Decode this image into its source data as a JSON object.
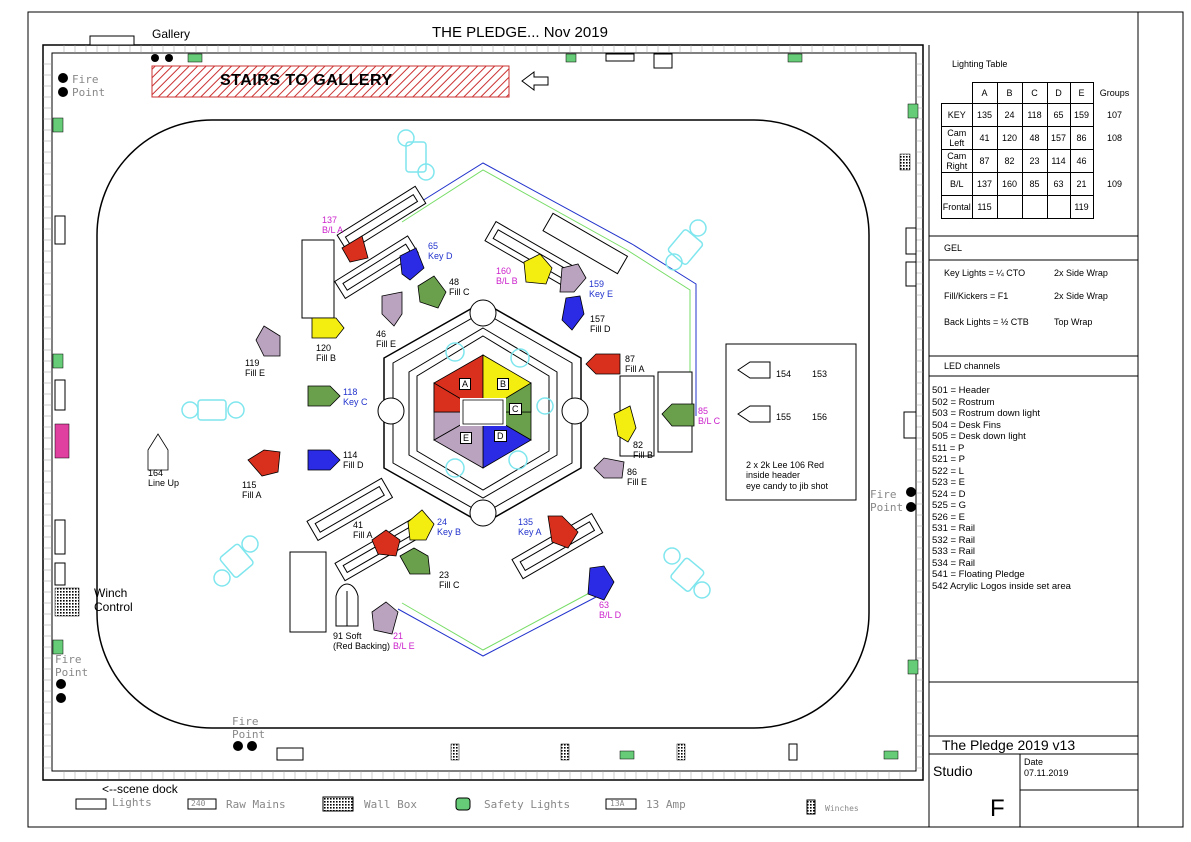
{
  "title": "THE PLEDGE... Nov 2019",
  "gallery_label": "Gallery",
  "stairs_label": "STAIRS TO GALLERY",
  "fire_point": [
    "Fire",
    "Point"
  ],
  "winch_control": [
    "Winch",
    "Control"
  ],
  "scene_dock": "<--scene dock",
  "legend": {
    "lights": "Lights",
    "raw_mains_code": "240",
    "raw_mains": "Raw Mains",
    "wall_box": "Wall Box",
    "safety_lights": "Safety Lights",
    "amp_code": "13A",
    "amp": "13 Amp",
    "winches": "Winches"
  },
  "lighting_table": {
    "title": "Lighting Table",
    "columns": [
      "A",
      "B",
      "C",
      "D",
      "E"
    ],
    "groups_header": "Groups",
    "rows": [
      {
        "label": "KEY",
        "values": [
          "135",
          "24",
          "118",
          "65",
          "159"
        ],
        "group": "107"
      },
      {
        "label": "Cam Left",
        "values": [
          "41",
          "120",
          "48",
          "157",
          "86"
        ],
        "group": "108"
      },
      {
        "label": "Cam Right",
        "values": [
          "87",
          "82",
          "23",
          "114",
          "46"
        ],
        "group": ""
      },
      {
        "label": "B/L",
        "values": [
          "137",
          "160",
          "85",
          "63",
          "21"
        ],
        "group": "109"
      },
      {
        "label": "Frontal",
        "values": [
          "115",
          "",
          "",
          "",
          "119"
        ],
        "group": ""
      }
    ]
  },
  "gel": {
    "title": "GEL",
    "rows": [
      {
        "label": "Key Lights = ¼ CTO",
        "wrap": "2x Side Wrap"
      },
      {
        "label": "Fill/Kickers = F1",
        "wrap": "2x Side Wrap"
      },
      {
        "label": "Back Lights = ½ CTB",
        "wrap": "Top Wrap"
      }
    ]
  },
  "led": {
    "title": "LED channels",
    "items": [
      "501 = Header",
      "502 = Rostrum",
      "503 = Rostrum down light",
      "504 = Desk Fins",
      "505 = Desk down light",
      "511 = P",
      "521 = P",
      "522 = L",
      "523 = E",
      "524 = D",
      "525 = G",
      "526 = E",
      "531 = Rail",
      "532 = Rail",
      "533 = Rail",
      "534 = Rail",
      "541 = Floating Pledge",
      "542 Acrylic Logos inside set area"
    ]
  },
  "title_block": {
    "name": "The Pledge 2019 v13",
    "studio": "Studio",
    "date_label": "Date",
    "date": "07.11.2019",
    "studio_letter": "F"
  },
  "side_box": {
    "left_top": "154",
    "right_top": "153",
    "left_bottom": "155",
    "right_bottom": "156",
    "note": [
      "2 x 2k Lee 106 Red",
      "inside header",
      "eye candy to jib shot"
    ]
  },
  "hex_labels": [
    "A",
    "B",
    "C",
    "D",
    "E"
  ],
  "colors": {
    "red": "#d9301e",
    "yellow": "#f4ee10",
    "green": "#6aa04c",
    "blue": "#2b2be6",
    "lilac": "#b9a3be",
    "magenta": "#cc22cc",
    "cyan": "#7fe6ee",
    "stairs": "#cc3333",
    "safety": "#66cc77"
  },
  "lamps": [
    {
      "num": "137",
      "name": "B/L A",
      "label_color": "magenta"
    },
    {
      "num": "65",
      "name": "Key D",
      "label_color": "blue"
    },
    {
      "num": "48",
      "name": "Fill C",
      "label_color": "black"
    },
    {
      "num": "46",
      "name": "Fill E",
      "label_color": "black"
    },
    {
      "num": "120",
      "name": "Fill B",
      "label_color": "black"
    },
    {
      "num": "160",
      "name": "B/L B",
      "label_color": "magenta"
    },
    {
      "num": "159",
      "name": "Key E",
      "label_color": "blue"
    },
    {
      "num": "157",
      "name": "Fill D",
      "label_color": "black"
    },
    {
      "num": "119",
      "name": "Fill E",
      "label_color": "black"
    },
    {
      "num": "118",
      "name": "Key C",
      "label_color": "blue"
    },
    {
      "num": "114",
      "name": "Fill D",
      "label_color": "black"
    },
    {
      "num": "115",
      "name": "Fill A",
      "label_color": "black"
    },
    {
      "num": "164",
      "name": "Line Up",
      "label_color": "black"
    },
    {
      "num": "87",
      "name": "Fill A",
      "label_color": "black"
    },
    {
      "num": "85",
      "name": "B/L C",
      "label_color": "magenta"
    },
    {
      "num": "82",
      "name": "Fill B",
      "label_color": "black"
    },
    {
      "num": "86",
      "name": "Fill E",
      "label_color": "black"
    },
    {
      "num": "41",
      "name": "Fill A",
      "label_color": "black"
    },
    {
      "num": "24",
      "name": "Key B",
      "label_color": "blue"
    },
    {
      "num": "23",
      "name": "Fill C",
      "label_color": "black"
    },
    {
      "num": "135",
      "name": "Key A",
      "label_color": "blue"
    },
    {
      "num": "63",
      "name": "B/L D",
      "label_color": "magenta"
    },
    {
      "num": "21",
      "name": "B/L E",
      "label_color": "magenta"
    },
    {
      "num": "91 Soft",
      "name": "(Red Backing)",
      "label_color": "black"
    }
  ]
}
